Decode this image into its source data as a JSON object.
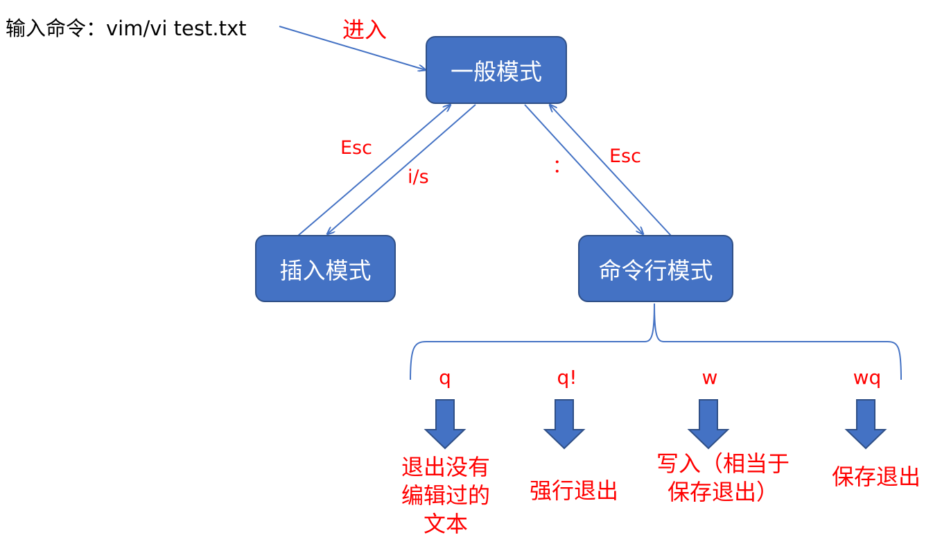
{
  "intro_label": "输入命令：vim/vi test.txt",
  "enter_label": "进入",
  "nodes": {
    "normal": "一般模式",
    "insert": "插入模式",
    "command": "命令行模式"
  },
  "edges": {
    "insert_to_normal": "Esc",
    "normal_to_insert": "i/s",
    "normal_to_command": "：",
    "command_to_normal": "Esc"
  },
  "commands": [
    {
      "key": "q",
      "description": "退出没有编辑过的文本"
    },
    {
      "key": "q!",
      "description": "强行退出"
    },
    {
      "key": "w",
      "description": "写入（相当于保存退出）"
    },
    {
      "key": "wq",
      "description": "保存退出"
    }
  ],
  "colors": {
    "node_fill": "#4472c4",
    "node_border": "#2f4f86",
    "line": "#4472c4",
    "label": "#ff0000"
  }
}
